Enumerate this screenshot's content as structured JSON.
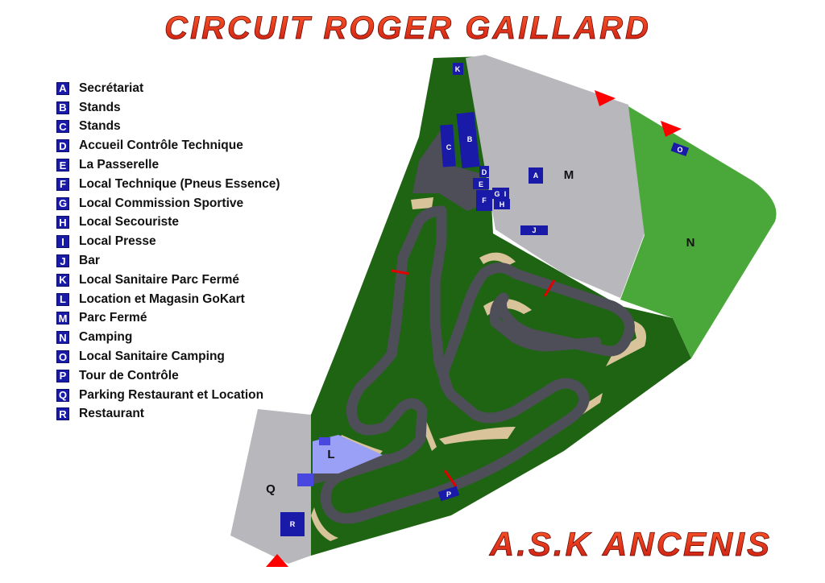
{
  "title": "CIRCUIT ROGER GAILLARD",
  "club": "A.S.K ANCENIS",
  "colors": {
    "title_red": "#e8321c",
    "marker_blue": "#1a1aa8",
    "forest": "#1e6412",
    "grass_light": "#4aa83a",
    "paved_gray": "#b8b8bc",
    "track": "#4e4e58",
    "sand": "#d8c39a",
    "arrow_red": "#ff0000"
  },
  "legend": [
    {
      "key": "A",
      "label": "Secrétariat"
    },
    {
      "key": "B",
      "label": "Stands"
    },
    {
      "key": "C",
      "label": "Stands"
    },
    {
      "key": "D",
      "label": "Accueil Contrôle Technique"
    },
    {
      "key": "E",
      "label": "La Passerelle"
    },
    {
      "key": "F",
      "label": "Local Technique (Pneus Essence)"
    },
    {
      "key": "G",
      "label": "Local Commission Sportive"
    },
    {
      "key": "H",
      "label": "Local Secouriste"
    },
    {
      "key": "I",
      "label": "Local Presse"
    },
    {
      "key": "J",
      "label": "Bar"
    },
    {
      "key": "K",
      "label": "Local Sanitaire Parc Fermé"
    },
    {
      "key": "L",
      "label": "Location et Magasin GoKart"
    },
    {
      "key": "M",
      "label": "Parc Fermé"
    },
    {
      "key": "N",
      "label": "Camping"
    },
    {
      "key": "O",
      "label": "Local Sanitaire Camping"
    },
    {
      "key": "P",
      "label": "Tour de Contrôle"
    },
    {
      "key": "Q",
      "label": "Parking Restaurant et Location"
    },
    {
      "key": "R",
      "label": "Restaurant"
    }
  ],
  "zones": {
    "M": "M",
    "N": "N",
    "Q": "Q",
    "L": "L"
  },
  "buildings": {
    "A": "A",
    "B": "B",
    "C": "C",
    "D": "D",
    "E": "E",
    "F": "F",
    "G": "G",
    "H": "H",
    "I": "I",
    "J": "J",
    "K": "K",
    "O": "O",
    "P": "P",
    "R": "R"
  }
}
